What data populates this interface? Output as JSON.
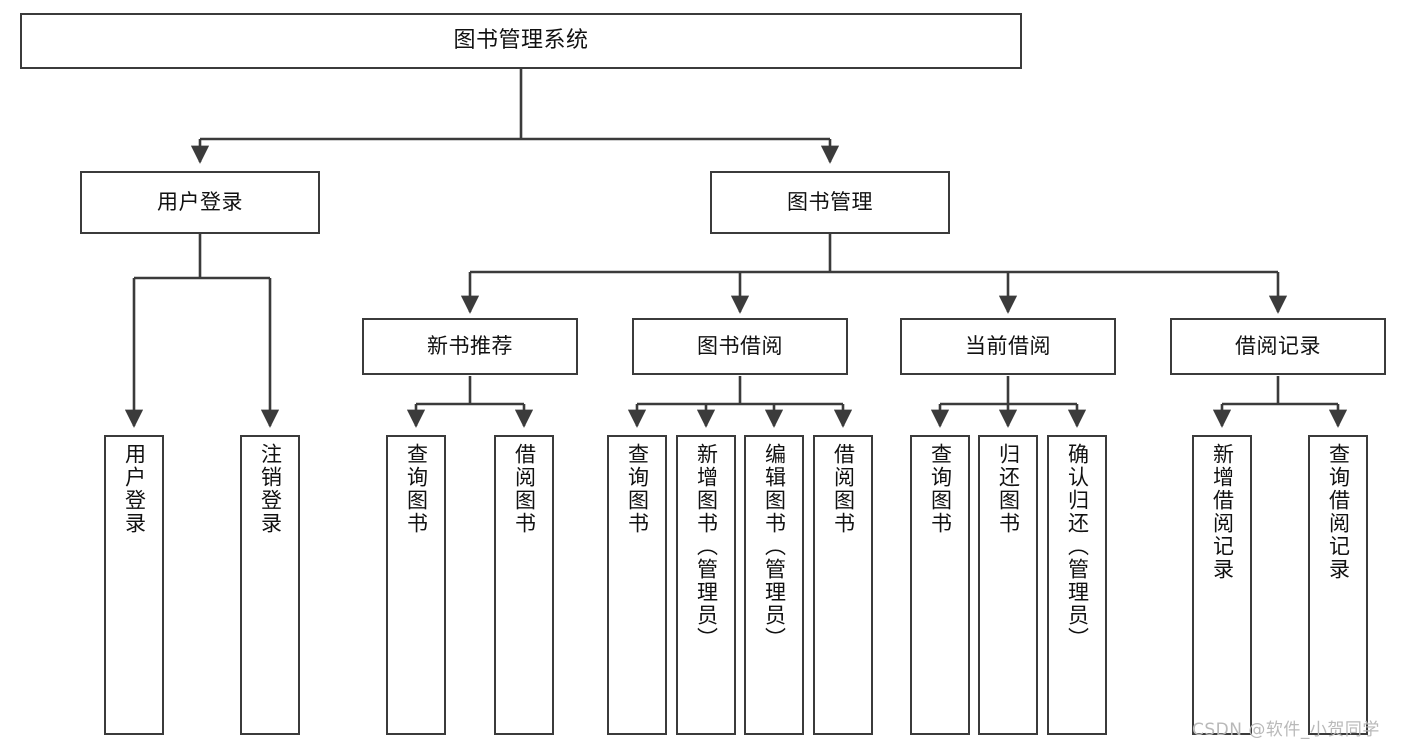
{
  "diagram": {
    "title": "图书管理系统",
    "type": "tree-hierarchy-functional-decomposition",
    "watermark": "CSDN @软件_小贺同学",
    "colors": {
      "box_border": "#3b3b3b",
      "box_fill": "#ffffff",
      "edge": "#3b3b3b",
      "text": "#111111",
      "watermark": "#b9b9b9",
      "background": "#ffffff"
    },
    "nodes": {
      "root": {
        "label": "图书管理系统"
      },
      "level1": [
        {
          "label": "用户登录"
        },
        {
          "label": "图书管理"
        }
      ],
      "level2": [
        {
          "label": "新书推荐"
        },
        {
          "label": "图书借阅"
        },
        {
          "label": "当前借阅"
        },
        {
          "label": "借阅记录"
        }
      ],
      "leaves": {
        "user_login": [
          {
            "label": "用户登录"
          },
          {
            "label": "注销登录"
          }
        ],
        "new_book_recommend": [
          {
            "label": "查询图书"
          },
          {
            "label": "借阅图书"
          }
        ],
        "book_borrow": [
          {
            "label": "查询图书"
          },
          {
            "label": "新增图书（管理员）"
          },
          {
            "label": "编辑图书（管理员）"
          },
          {
            "label": "借阅图书"
          }
        ],
        "current_borrow": [
          {
            "label": "查询图书"
          },
          {
            "label": "归还图书"
          },
          {
            "label": "确认归还（管理员）"
          }
        ],
        "borrow_record": [
          {
            "label": "新增借阅记录"
          },
          {
            "label": "查询借阅记录"
          }
        ]
      }
    }
  }
}
